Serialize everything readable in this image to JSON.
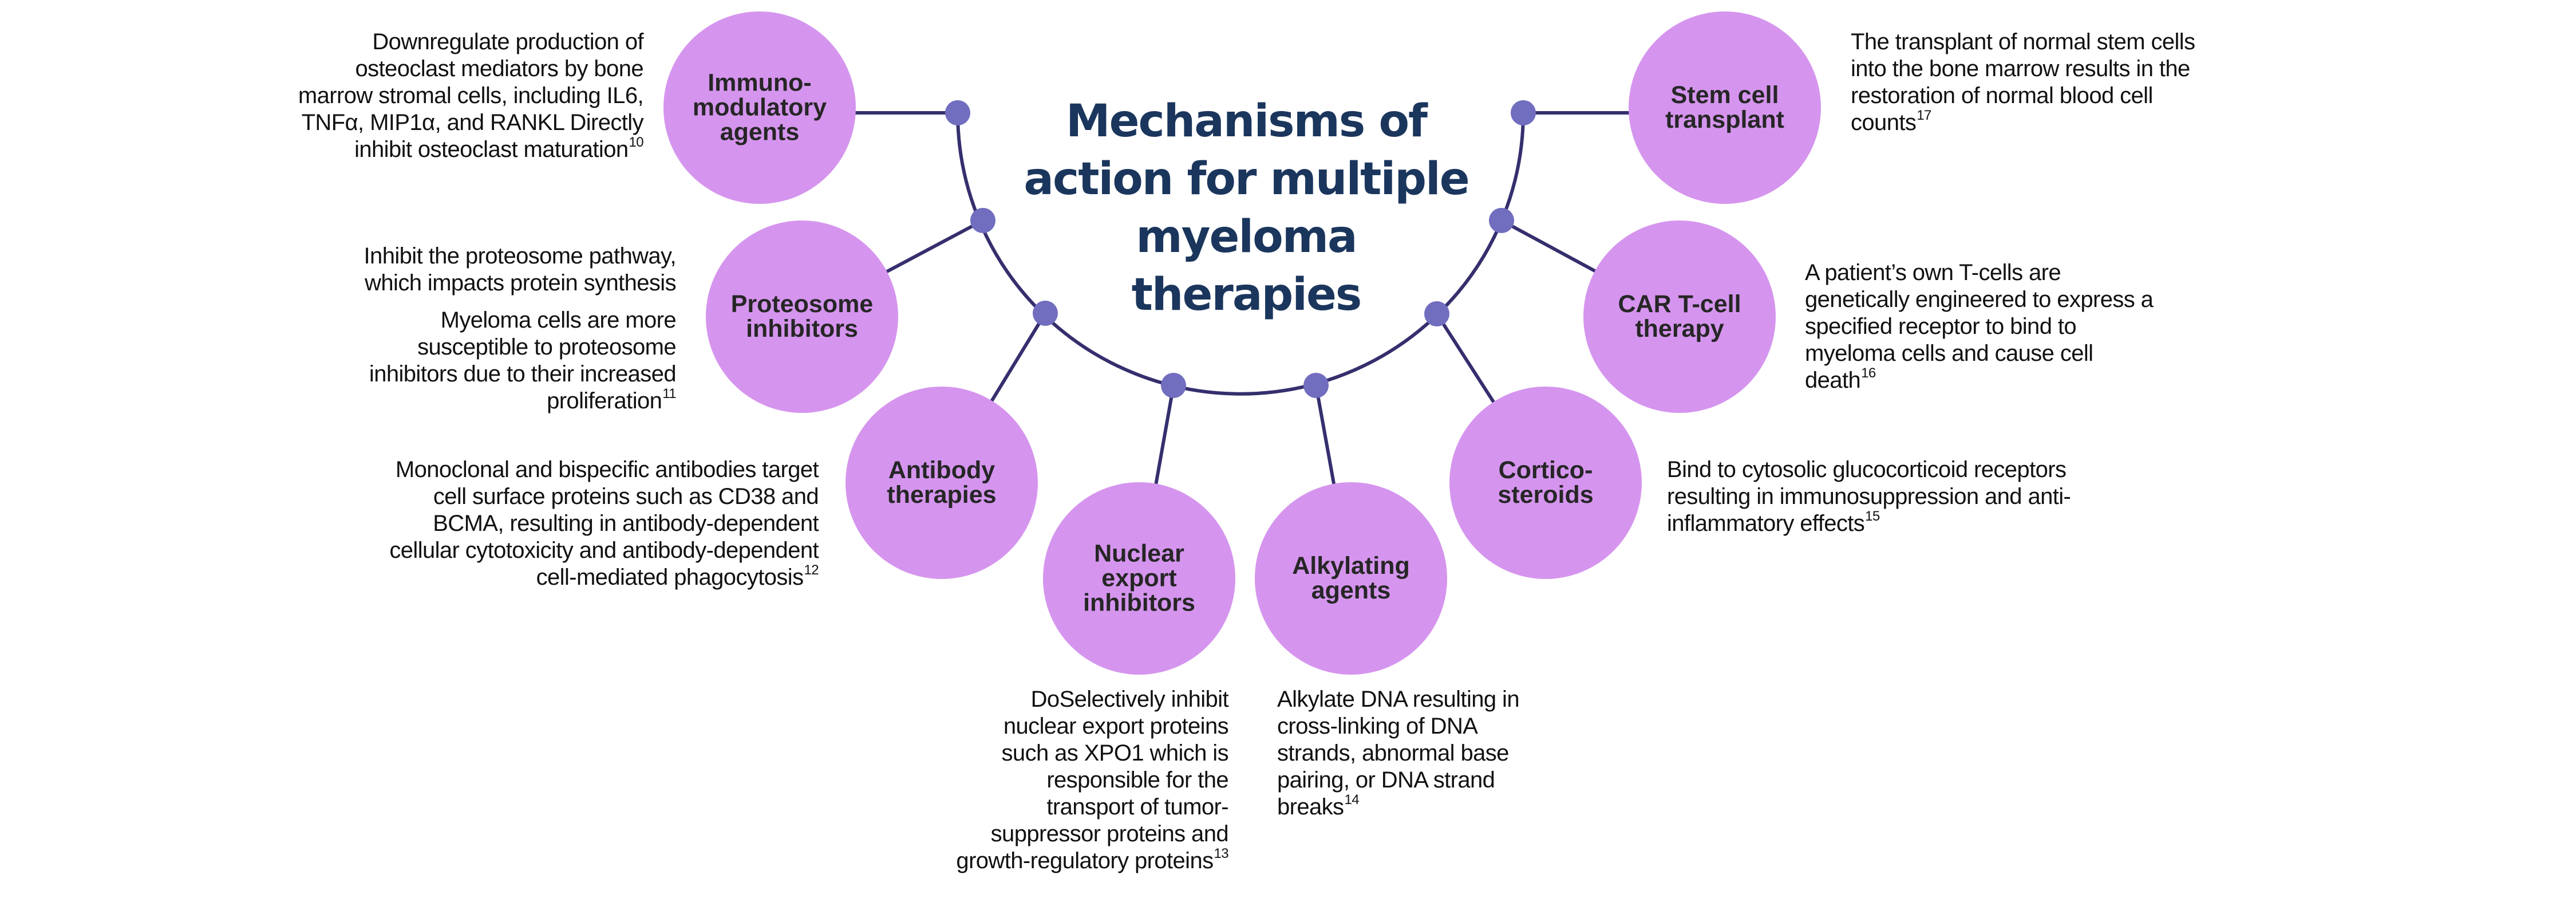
{
  "title": {
    "lines": [
      "Mechanisms of",
      "action for multiple",
      "myeloma therapies"
    ]
  },
  "colors": {
    "node_fill": "#D595EE",
    "connector_line": "#352F6E",
    "junction_dot": "#716DBF",
    "title_text": "#1B365D",
    "node_text": "#262626",
    "body_text": "#111111"
  },
  "therapies": [
    {
      "id": "immunomodulatory",
      "label_lines": [
        "Immuno-",
        "modulatory",
        "agents"
      ],
      "description_blocks": [
        {
          "lines": [
            "Downregulate production of",
            "osteoclast mediators by bone",
            "marrow stromal cells, including IL6,",
            "TNFα, MIP1α, and RANKL Directly",
            "inhibit osteoclast maturation"
          ],
          "ref": "10"
        }
      ]
    },
    {
      "id": "proteosome",
      "label_lines": [
        "Proteosome",
        "inhibitors"
      ],
      "description_blocks": [
        {
          "lines": [
            "Inhibit the proteosome pathway,",
            "which impacts protein synthesis"
          ],
          "ref": ""
        },
        {
          "lines": [
            "Myeloma cells are more",
            "susceptible to proteosome",
            "inhibitors due to their increased",
            "proliferation"
          ],
          "ref": "11"
        }
      ]
    },
    {
      "id": "antibody",
      "label_lines": [
        "Antibody",
        "therapies"
      ],
      "description_blocks": [
        {
          "lines": [
            "Monoclonal and bispecific antibodies target",
            "cell surface proteins such as CD38 and",
            "BCMA, resulting in antibody-dependent",
            "cellular cytotoxicity and antibody-dependent",
            "cell-mediated phagocytosis"
          ],
          "ref": "12"
        }
      ]
    },
    {
      "id": "nuclear-export",
      "label_lines": [
        "Nuclear",
        "export",
        "inhibitors"
      ],
      "description_blocks": [
        {
          "lines": [
            "DoSelectively inhibit",
            "nuclear export proteins",
            "such as XPO1 which is",
            "responsible for the",
            "transport of tumor-",
            "suppressor proteins and",
            "growth-regulatory proteins"
          ],
          "ref": "13"
        }
      ]
    },
    {
      "id": "alkylating",
      "label_lines": [
        "Alkylating",
        "agents"
      ],
      "description_blocks": [
        {
          "lines": [
            "Alkylate DNA resulting in",
            "cross-linking of DNA",
            "strands, abnormal base",
            "pairing, or DNA strand",
            "breaks"
          ],
          "ref": "14"
        }
      ]
    },
    {
      "id": "corticosteroids",
      "label_lines": [
        "Cortico-",
        "steroids"
      ],
      "description_blocks": [
        {
          "lines": [
            "Bind to cytosolic glucocorticoid receptors",
            "resulting in immunosuppression and anti-",
            "inflammatory effects"
          ],
          "ref": "15"
        }
      ]
    },
    {
      "id": "car-t",
      "label_lines": [
        "CAR T-cell",
        "therapy"
      ],
      "description_blocks": [
        {
          "lines": [
            "A patient’s own T-cells are",
            "genetically engineered to express a",
            "specified receptor to bind to",
            "myeloma cells and cause cell",
            "death"
          ],
          "ref": "16"
        }
      ]
    },
    {
      "id": "stem-cell",
      "label_lines": [
        "Stem cell",
        "transplant"
      ],
      "description_blocks": [
        {
          "lines": [
            "The transplant of normal stem cells",
            "into the bone marrow results in the",
            "restoration of normal blood cell",
            "counts"
          ],
          "ref": "17"
        }
      ]
    }
  ]
}
